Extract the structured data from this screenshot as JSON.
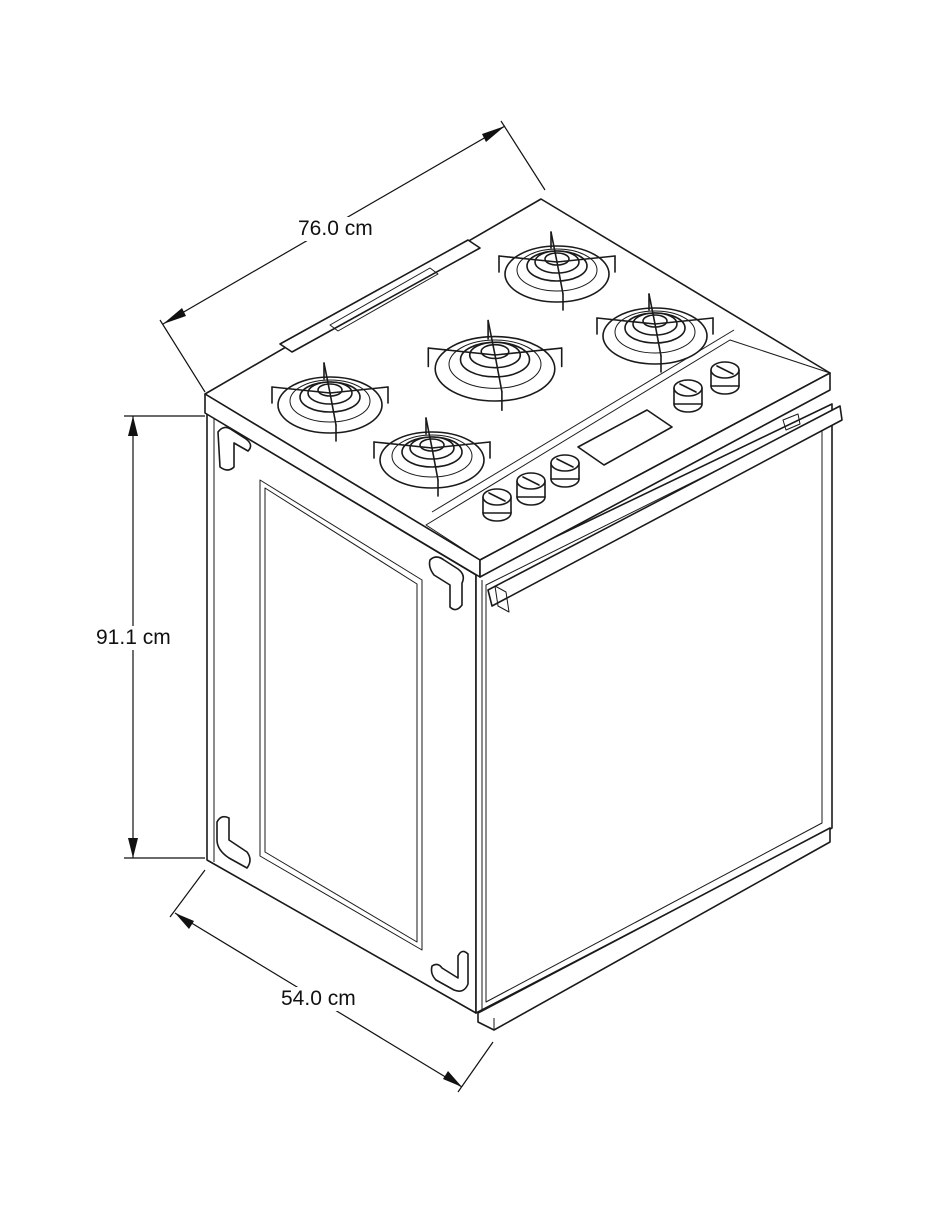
{
  "dimensions": {
    "width": "76.0 cm",
    "height": "91.1 cm",
    "depth": "54.0 cm"
  },
  "colors": {
    "line": "#1a1a1a",
    "background": "#ffffff"
  }
}
